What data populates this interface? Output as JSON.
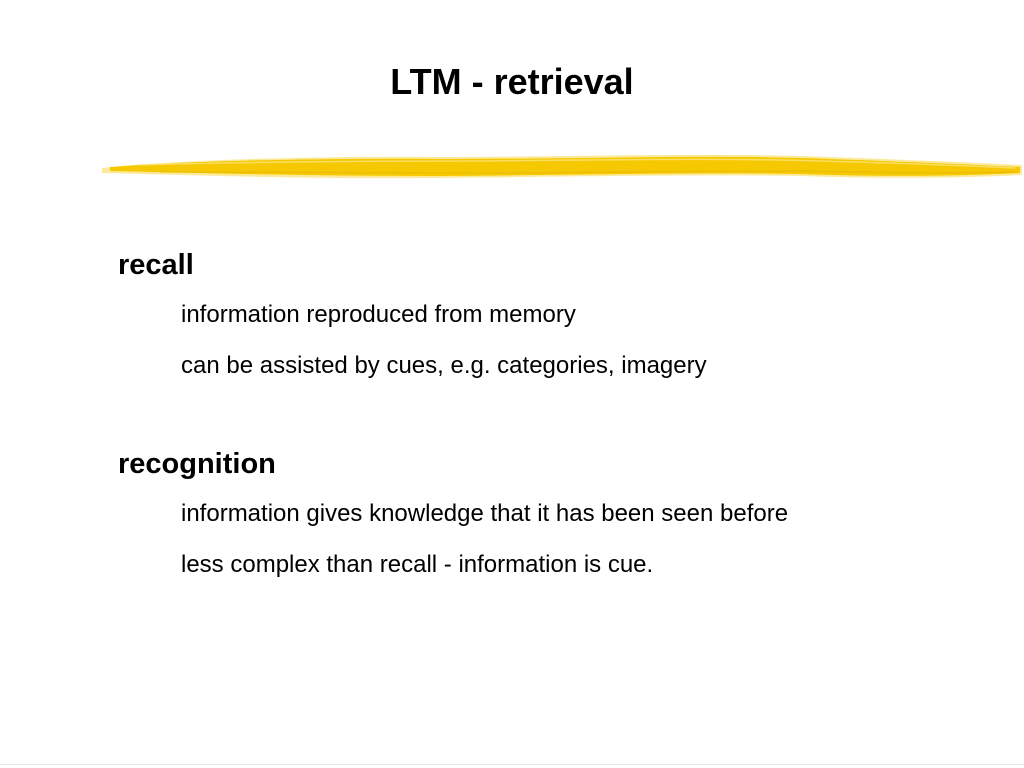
{
  "slide": {
    "title": "LTM - retrieval",
    "accent_color": "#f5c800"
  },
  "sections": [
    {
      "heading": "recall",
      "items": [
        "information reproduced from memory",
        "can be assisted by cues, e.g. categories, imagery"
      ]
    },
    {
      "heading": "recognition",
      "items": [
        "information gives knowledge that it has been seen before",
        "less complex than recall - information is cue."
      ]
    }
  ]
}
